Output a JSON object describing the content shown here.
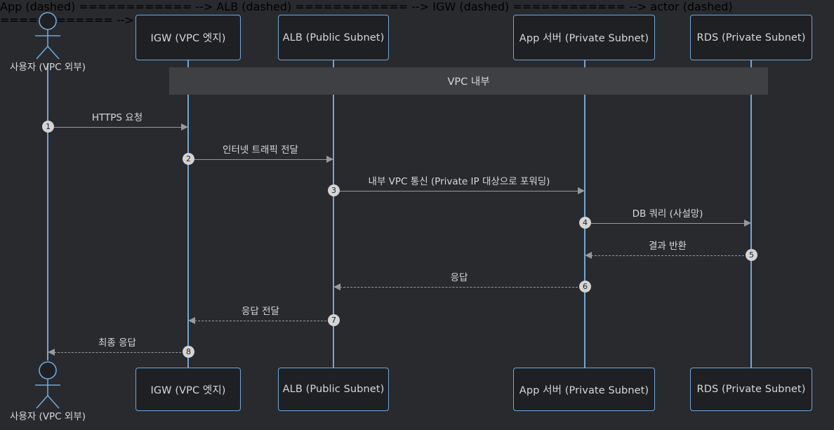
{
  "diagram": {
    "type": "sequence-diagram",
    "background_color": "#282a2e",
    "accent_color": "#6fa8dc",
    "group": {
      "label": "VPC 내부",
      "band_color": "#3f4043"
    },
    "actor": {
      "label": "사용자 (VPC 외부)"
    },
    "participants": [
      {
        "id": "igw",
        "label": "IGW (VPC 엣지)"
      },
      {
        "id": "alb",
        "label": "ALB (Public Subnet)"
      },
      {
        "id": "app",
        "label": "App 서버 (Private Subnet)"
      },
      {
        "id": "rds",
        "label": "RDS (Private Subnet)"
      }
    ],
    "messages": [
      {
        "num": "1",
        "label": "HTTPS 요청",
        "style": "solid",
        "direction": "right"
      },
      {
        "num": "2",
        "label": "인터넷 트래픽 전달",
        "style": "solid",
        "direction": "right"
      },
      {
        "num": "3",
        "label": "내부 VPC 통신 (Private IP 대상으로 포워딩)",
        "style": "solid",
        "direction": "right"
      },
      {
        "num": "4",
        "label": "DB 쿼리 (사설망)",
        "style": "solid",
        "direction": "right"
      },
      {
        "num": "5",
        "label": "결과 반환",
        "style": "dashed",
        "direction": "left"
      },
      {
        "num": "6",
        "label": "응답",
        "style": "dashed",
        "direction": "left"
      },
      {
        "num": "7",
        "label": "응답 전달",
        "style": "dashed",
        "direction": "left"
      },
      {
        "num": "8",
        "label": "최종 응답",
        "style": "dashed",
        "direction": "left"
      }
    ]
  }
}
